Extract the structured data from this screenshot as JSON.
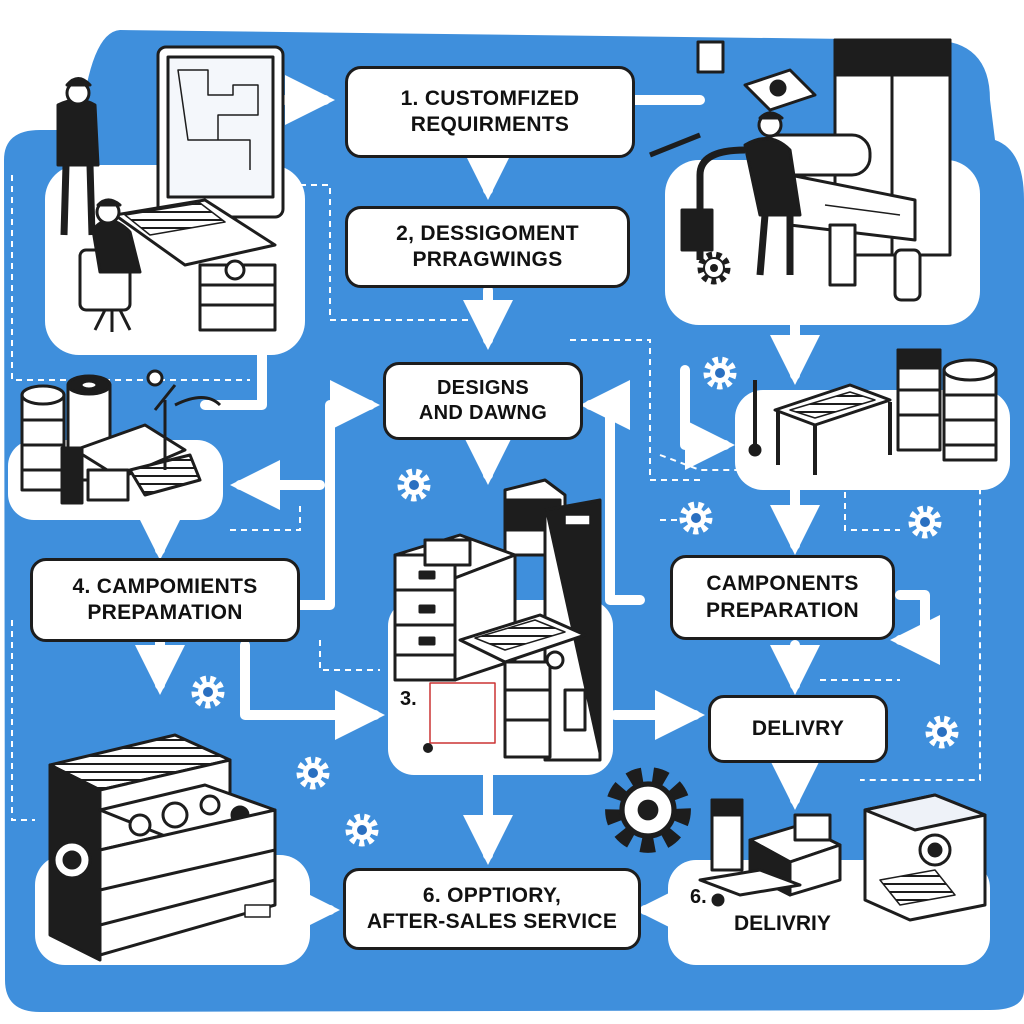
{
  "colors": {
    "background": "#3f8fdc",
    "panel": "#ffffff",
    "outline": "#1d1d1d",
    "dash": "#ffffff"
  },
  "steps": [
    {
      "line1": "1. CUSTOMFIZED",
      "line2": "REQUIRMENTS"
    },
    {
      "line1": "2, DESSIGOMENT",
      "line2": "PRRAGWINGS"
    },
    {
      "line1": "DESIGNS",
      "line2": "AND DAWNG"
    },
    {
      "line1": "4. CAMPOMIENTS",
      "line2": "PREPAMATION"
    },
    {
      "line1": "CAMPONENTS",
      "line2": "PREPARATION"
    },
    {
      "line1": "DELIVRY"
    },
    {
      "line1": "6. OPPTIORY,",
      "line2": "AFTER-SALES SERVICE"
    },
    {
      "line1": "6.",
      "line2": "DELIVRIY"
    }
  ],
  "center_number": "3.",
  "illustrations": [
    "designer-at-computer",
    "machine-operator",
    "material-rolls",
    "inspection-table",
    "workstation-machine",
    "production-machine",
    "packaging-line",
    "gear-icon"
  ]
}
